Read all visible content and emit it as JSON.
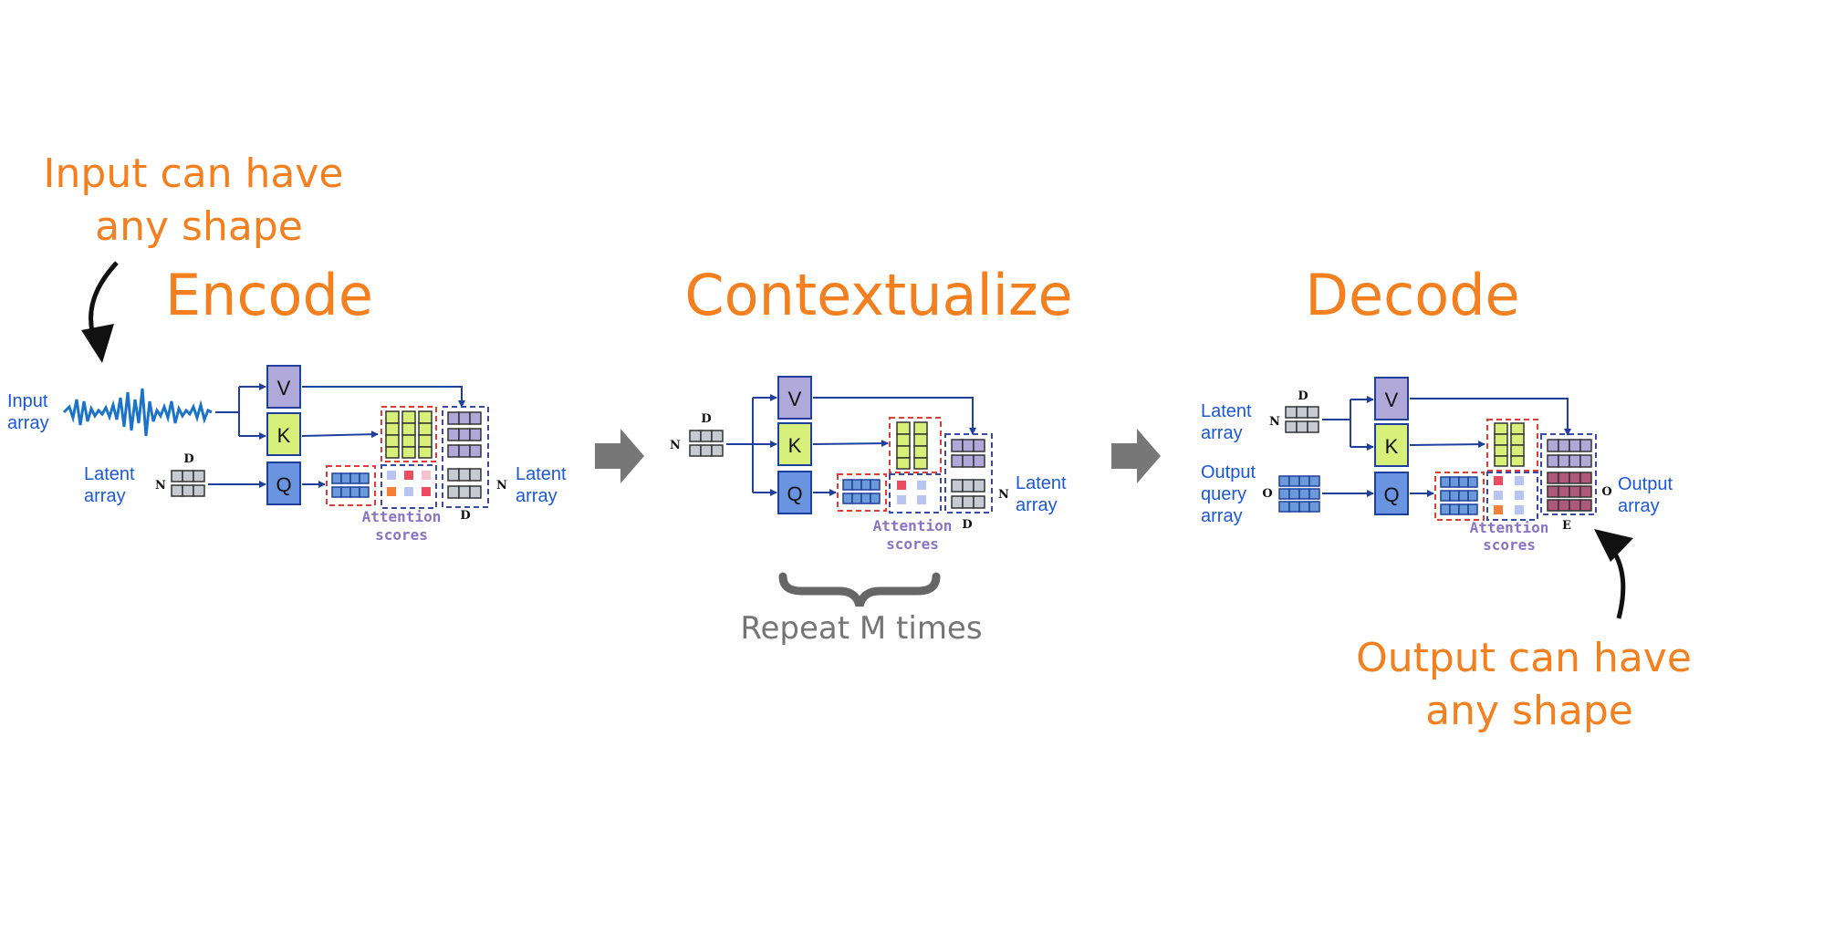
{
  "callouts": {
    "input": [
      "Input can have",
      "any shape"
    ],
    "output": [
      "Output can have",
      "any shape"
    ]
  },
  "stages": {
    "encode": "Encode",
    "contextualize": "Contextualize",
    "decode": "Decode"
  },
  "repeat_label": "Repeat M times",
  "qkv": {
    "v": "V",
    "k": "K",
    "q": "Q"
  },
  "dims": {
    "d": "D",
    "n": "N",
    "o": "O",
    "e": "E"
  },
  "labels": {
    "input_array": [
      "Input",
      "array"
    ],
    "latent_array": [
      "Latent",
      "array"
    ],
    "output_query_array": [
      "Output",
      "query",
      "array"
    ],
    "output_array": [
      "Output",
      "array"
    ],
    "attention_scores": [
      "Attention",
      "scores"
    ]
  },
  "colors": {
    "accent_orange": "#f47f1f",
    "label_blue": "#1b57d6",
    "v_box": "#b0a8d8",
    "k_box": "#d8f07a",
    "q_box": "#6a93e0",
    "latent_gray": "#c5cad3",
    "query_blue": "#6a9ad8",
    "output_mauve": "#b0587a"
  }
}
